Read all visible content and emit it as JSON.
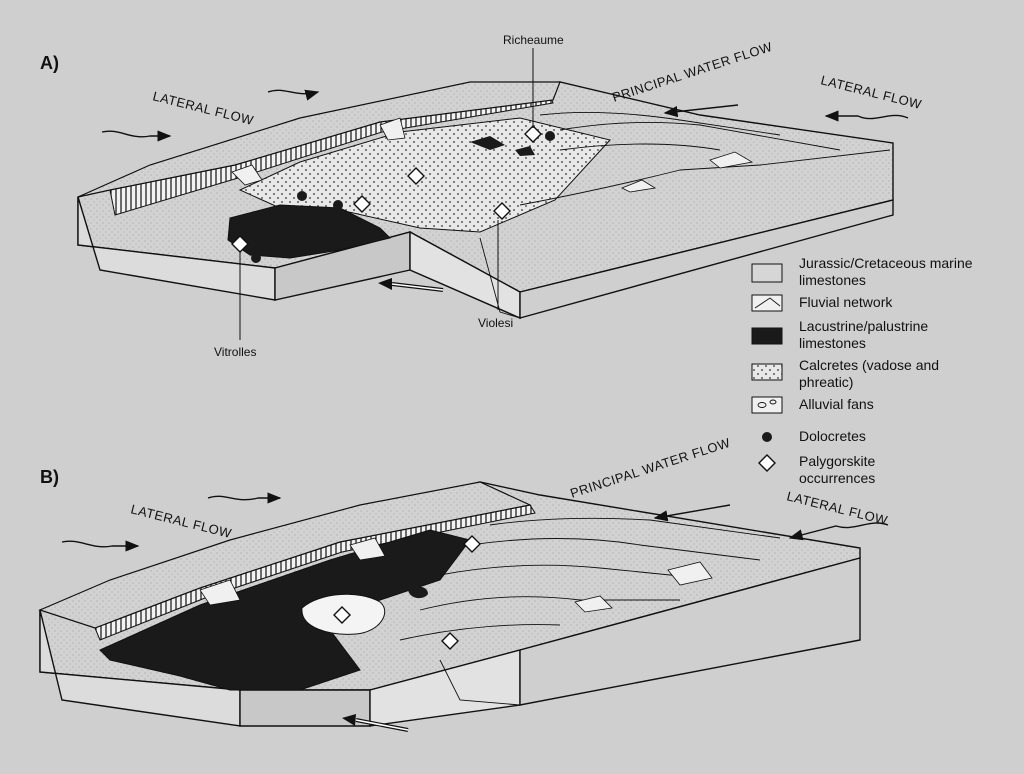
{
  "panels": [
    {
      "id": "A",
      "label": "A)",
      "flow_labels": {
        "lateral_left": "LATERAL FLOW",
        "principal": "PRINCIPAL WATER FLOW",
        "lateral_right": "LATERAL FLOW"
      },
      "places": [
        "Richeaume",
        "Vitrolles",
        "Violesi"
      ]
    },
    {
      "id": "B",
      "label": "B)",
      "flow_labels": {
        "lateral_left": "LATERAL FLOW",
        "principal": "PRINCIPAL WATER FLOW",
        "lateral_right": "LATERAL FLOW"
      }
    }
  ],
  "legend": [
    {
      "symbol": "marine-limestone",
      "lines": [
        "Jurassic/Cretaceous marine",
        "limestones"
      ]
    },
    {
      "symbol": "fluvial-network",
      "lines": [
        "Fluvial network"
      ]
    },
    {
      "symbol": "lacustrine",
      "lines": [
        "Lacustrine/palustrine",
        "limestones"
      ]
    },
    {
      "symbol": "calcrete",
      "lines": [
        "Calcretes (vadose and",
        "phreatic)"
      ]
    },
    {
      "symbol": "alluvial-fan",
      "lines": [
        "Alluvial fans"
      ]
    },
    {
      "symbol": "dolocrete",
      "lines": [
        "Dolocretes"
      ]
    },
    {
      "symbol": "palygorskite",
      "lines": [
        "Palygorskite",
        "occurrences"
      ]
    }
  ],
  "colors": {
    "background": "#cfcfcf",
    "limestone": "#d6d6d6",
    "lacustrine": "#1a1a1a",
    "ink": "#111111"
  }
}
